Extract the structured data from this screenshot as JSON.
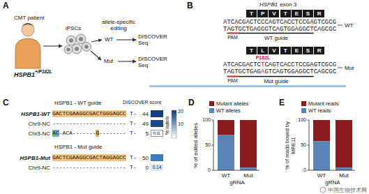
{
  "diagram": {
    "nodes": [
      {
        "text": [
          "T"
        ]
      },
      {
        "text": [
          "P"
        ]
      },
      {
        "text": [
          "V"
        ]
      },
      {
        "text": [
          "T"
        ]
      },
      {
        "text": [
          "E"
        ]
      },
      {
        "text": [
          "S"
        ]
      },
      {
        "text": [
          "R"
        ]
      },
      {
        "text": [
          "T"
        ]
      },
      {
        "text": [
          "L"
        ]
      },
      {
        "text": [
          "V"
        ]
      },
      {
        "text": [
          "T"
        ]
      },
      {
        "text": [
          "E"
        ]
      },
      {
        "text": [
          "S"
        ]
      },
      {
        "text": [
          "R"
        ]
      },
      {
        "text": [
          "GACTCGAAGGCGACTGGGAGCC"
        ]
      },
      {
        "text": [
          "A"
        ]
      },
      {
        "text": [
          "C"
        ]
      },
      {
        "text": [
          "G"
        ]
      },
      {
        "text": [
          "n.d."
        ]
      },
      {
        "text": [
          "GACTCGAAGGCGACTAGGAGCC"
        ]
      },
      {
        "text": [
          "0.14"
        ]
      }
    ],
    "labels": [
      "A",
      "CMT patient",
      "HSPB1",
      "+/P182L",
      "iPSCs",
      "allele-specific editing",
      "WT",
      "Mut",
      "DISCOVER Seq",
      "DISCOVER Seq",
      "B",
      "HSPB1",
      "exon 3",
      "ATCACGACTCCCAGTCACCTCCGAGTCGCG",
      "TAGTGCTGAGGGTCAGTGGAGGCTCAGCGC",
      "PAM",
      "WT guide",
      "WT",
      "P182L",
      "ATCACGACTC",
      "T",
      "CAGTCACCTCCGAGTCGCG",
      "TAGTGCTGAG",
      "A",
      "GTCAGTGGAGGCTCAGCGC",
      "PAM",
      "Mut guide",
      "Mut",
      "C",
      "HSPB1 - WT guide",
      "DISCOVER score",
      "HSPB1-WT",
      "T-",
      "44",
      "Chr9-NC",
      "----------------------",
      "T-",
      "49",
      "Chr3-NC",
      "-ACA-------",
      "--------",
      "T-",
      "5",
      "HSPB1 - Mut guide",
      "HSPB1-Mut",
      "T-",
      "50",
      "Chr9-NC",
      "----------------------",
      "T-",
      "0",
      "% indels",
      "20",
      "10",
      "D",
      "% of edited alleles",
      "100",
      "50",
      "0",
      "WT",
      "Mut",
      "gRNA",
      "E",
      "% of reads bound by MRE11",
      "100",
      "50",
      "0",
      "WT",
      "Mut",
      "gRNA",
      "中国生物技术网"
    ],
    "legend": [
      {
        "text": "Mutant alleles",
        "color": "#8b1c1c"
      },
      {
        "text": "WT alleles",
        "color": "#5a84b8"
      },
      {
        "text": "Mutant reads",
        "color": "#8b1c1c"
      },
      {
        "text": "WT reads",
        "color": "#5a84b8"
      }
    ]
  }
}
